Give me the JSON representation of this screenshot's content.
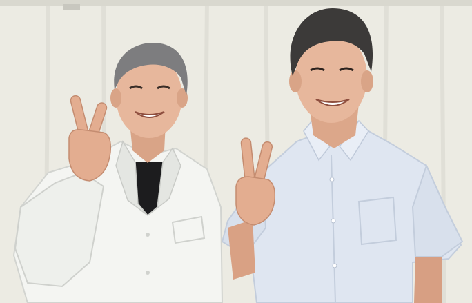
{
  "photo": {
    "palette": {
      "curtain": "#ecebe3",
      "curtain_shadow": "#dcdbd2",
      "coat": "#f4f5f2",
      "coat_shadow": "#d6d8d4",
      "undershirt": "#1c1c1e",
      "shirt": "#dfe6f1",
      "shirt_shadow": "#c3cddc",
      "skin": "#e7b79c",
      "skin_shadow": "#c98f72",
      "hair_gray": "#7d7d7f",
      "hair_dark": "#3c3a39"
    },
    "subjects": [
      "person-left-white-coat",
      "person-right-blue-shirt"
    ],
    "gesture": "peace-sign"
  }
}
